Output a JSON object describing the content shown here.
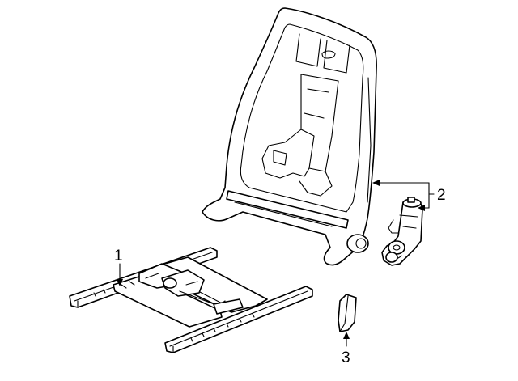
{
  "callouts": {
    "frame_rails": "1",
    "backrest_and_motor": "2",
    "side_cover": "3"
  }
}
